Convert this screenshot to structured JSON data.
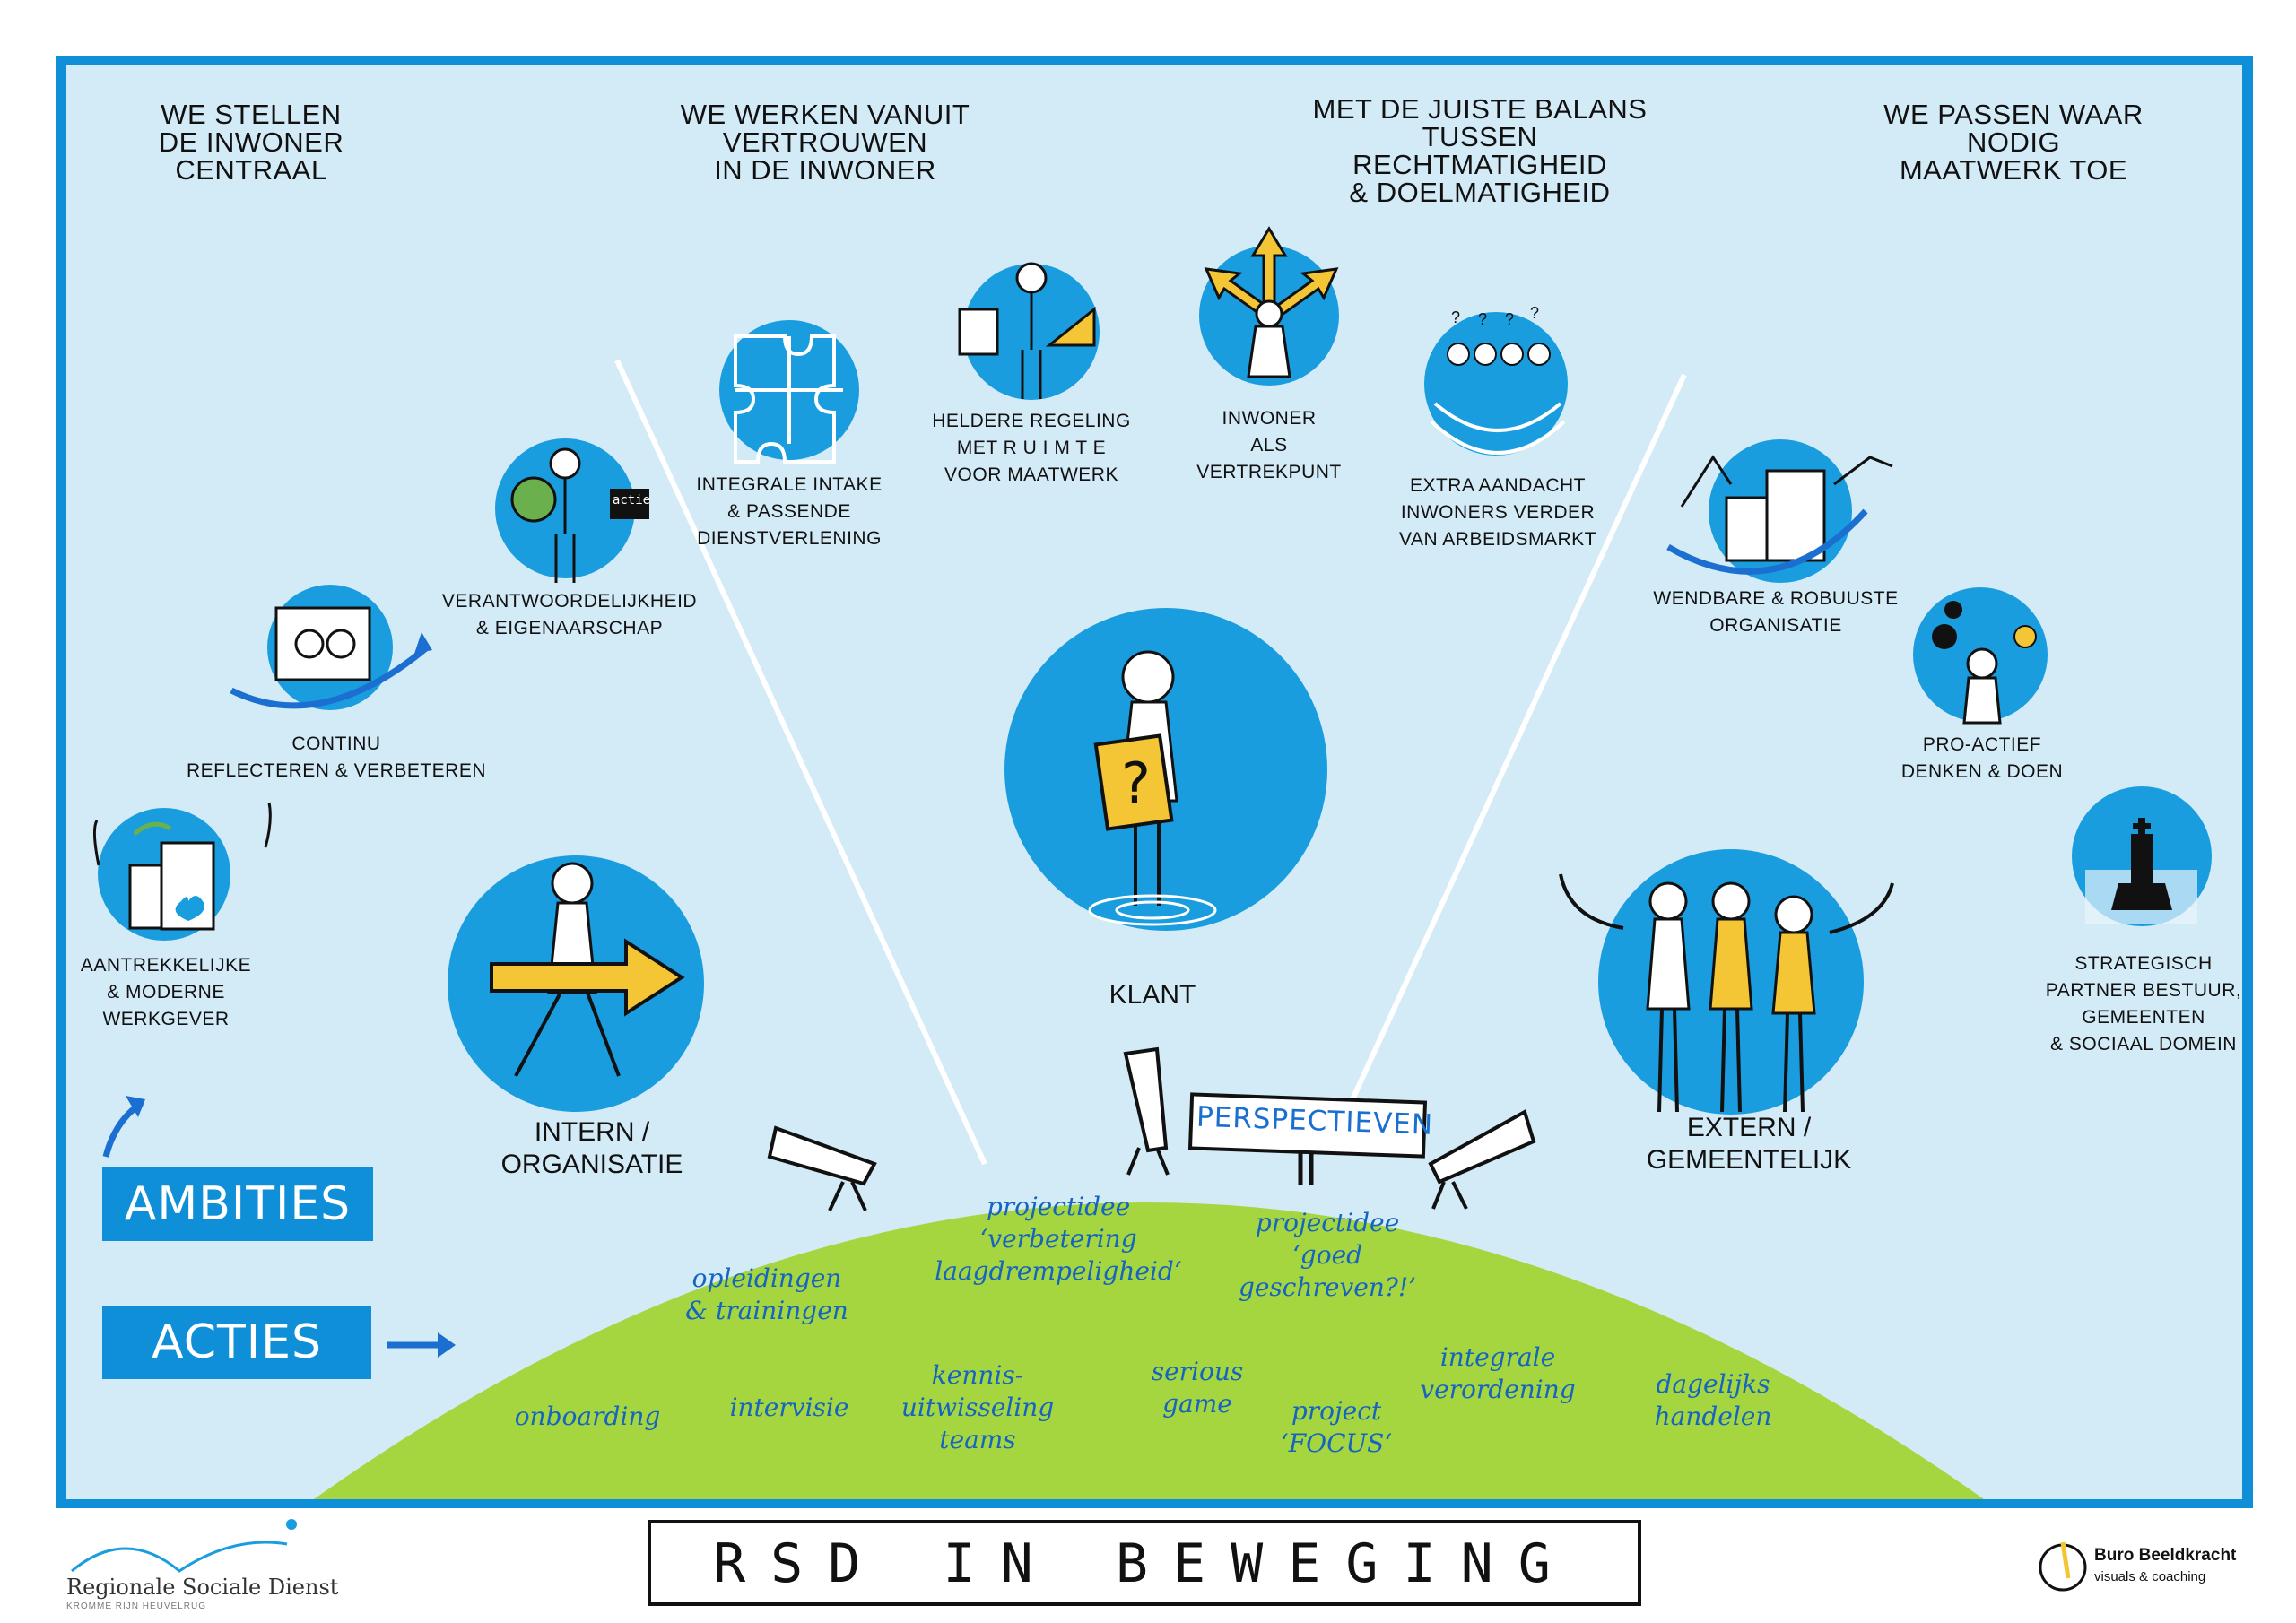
{
  "header": {
    "col1": [
      "WE STELLEN",
      "DE INWONER",
      "CENTRAAL"
    ],
    "col2": [
      "WE WERKEN VANUIT",
      "VERTROUWEN",
      "IN DE INWONER"
    ],
    "col3": [
      "MET DE JUISTE BALANS",
      "TUSSEN",
      "RECHTMATIGHEID",
      "& DOELMATIGHEID"
    ],
    "col4": [
      "WE PASSEN WAAR",
      "NODIG",
      "MAATWERK TOE"
    ]
  },
  "ambitions": {
    "werkgever": [
      "AANTREKKELIJKE",
      "& MODERNE",
      "WERKGEVER"
    ],
    "reflecteren": [
      "CONTINU",
      "REFLECTEREN & VERBETEREN"
    ],
    "verantwoordelijkheid": [
      "VERANTWOORDELIJKHEID",
      "& EIGENAARSCHAP"
    ],
    "intake": [
      "INTEGRALE INTAKE",
      "& PASSENDE",
      "DIENSTVERLENING"
    ],
    "regeling": [
      "HELDERE REGELING",
      "MET R U I M T E",
      "VOOR MAATWERK"
    ],
    "inwoner": [
      "INWONER",
      "ALS",
      "VERTREKPUNT"
    ],
    "aandacht": [
      "EXTRA AANDACHT",
      "INWONERS VERDER",
      "VAN ARBEIDSMARKT"
    ],
    "wendbaar": [
      "WENDBARE & ROBUUSTE",
      "ORGANISATIE"
    ],
    "proactief": [
      "PRO-ACTIEF",
      "DENKEN & DOEN"
    ],
    "strategisch": [
      "STRATEGISCH",
      "PARTNER BESTUUR,",
      "GEMEENTEN",
      "& SOCIAAL DOMEIN"
    ]
  },
  "main": {
    "intern": [
      "INTERN /",
      "ORGANISATIE"
    ],
    "klant": "KLANT",
    "extern": [
      "EXTERN /",
      "GEMEENTELIJK"
    ],
    "acties_clapper": "actie",
    "perspectieven": "PERSPECTIEVEN"
  },
  "tags": {
    "ambities": "AMBITIES",
    "acties": "ACTIES"
  },
  "actions": {
    "projectidee1": [
      "projectidee",
      "‘verbetering",
      "laagdrempeligheid‘"
    ],
    "projectidee2": [
      "projectidee",
      "‘goed",
      "geschreven?!’"
    ],
    "opleidingen": [
      "opleidingen",
      "& trainingen"
    ],
    "onboarding": "onboarding",
    "intervisie": "intervisie",
    "kennis": [
      "kennis-",
      "uitwisseling",
      "teams"
    ],
    "serious": [
      "serious",
      "game"
    ],
    "focus": [
      "project",
      "‘FOCUS‘"
    ],
    "verordening": [
      "integrale",
      "verordening"
    ],
    "dagelijks": [
      "dagelijks",
      "handelen"
    ]
  },
  "footer": {
    "title": "RSD IN BEWEGING",
    "logo_left": "Regionale Sociale Dienst",
    "logo_left_sub": "KROMME RIJN HEUVELRUG",
    "logo_right": "Buro Beeldkracht",
    "logo_right_sub": "visuals & coaching"
  },
  "colors": {
    "frame": "#0f8fd7",
    "panel": "#d3eaf7",
    "hill": "#a5d63f",
    "accent": "#1a9ddf",
    "yellow": "#f4c534"
  }
}
